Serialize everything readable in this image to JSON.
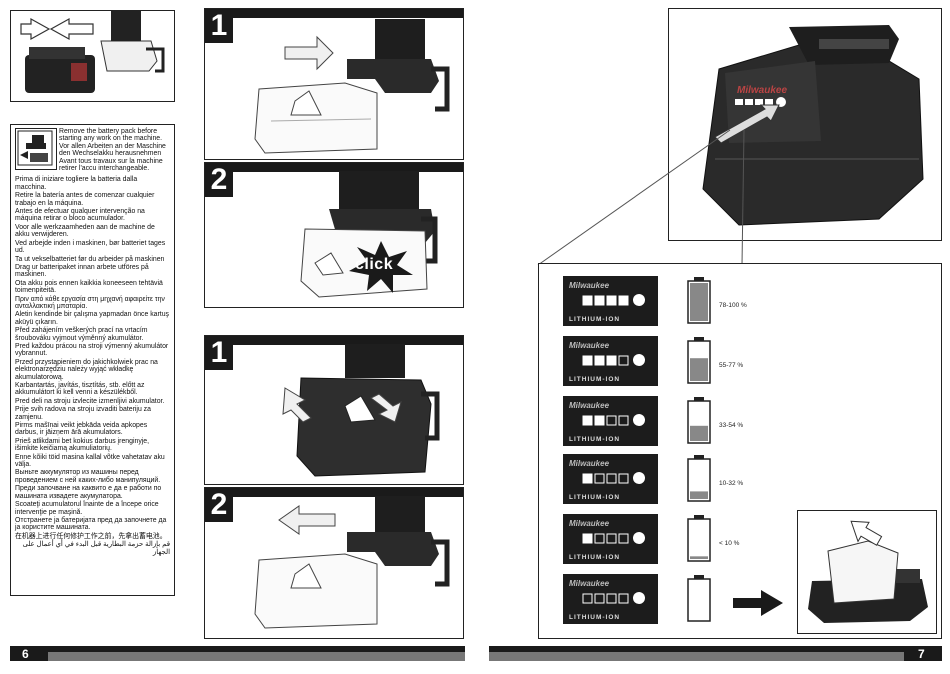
{
  "left_page": {
    "page_number": "6",
    "warning_icon_name": "battery-remove-warning-icon",
    "warning_header": [
      "Remove the battery pack before starting any work on the machine.",
      "Vor allen Arbeiten an der Maschine den Wechselakku herausnehmen",
      "Avant tous travaux sur la machine retirer l'accu interchangeable."
    ],
    "warning_lines": [
      "Prima di iniziare togliere la batteria dalla macchina.",
      "Retire la batería antes de comenzar cualquier trabajo en la máquina.",
      "Antes de efectuar qualquer intervenção na máquina retirar o bloco acumulador.",
      "Voor alle werkzaamheden aan de machine de akku verwijderen.",
      "Ved arbejde inden i maskinen, bør batteriet tages ud.",
      "Ta ut vekselbatteriet før du arbeider på maskinen",
      "Drag ur batteripaket innan arbete utföres på maskinen.",
      "Ota akku pois ennen kaikkia koneeseen tehtäviä toimenpiteitä.",
      "Πριν από κάθε εργασία στη μηχανή αφαιρείτε την ανταλλακτική μπαταρία.",
      "Aletin kendinde bir çalışma yapmadan önce kartuş aküyü çıkarın.",
      "Před zahájením veškerých prací na vrtacím šroubováku vyjmout výměnný akumulátor.",
      "Pred každou prácou na stroji výmenný akumulátor vybrannut.",
      "Przed przystąpieniem do jakichkolwiek prac na elektronarzędziu należy wyjąć wkładkę akumulatorową.",
      "Karbantartás, javítás, tisztítás, stb. előtt az akkumulátort ki kell venni a készülékből.",
      "Pred deli na stroju izvlecite izmenljivi akumulator.",
      "Prije svih radova na stroju izvaditi bateriju za zamjenu.",
      "Pirms mašīnai veikt jebkāda veida apkopes darbus, ir jāizņem ārā akumulators.",
      "Prieš atlikdami bet kokius darbus įrenginyje, išimkite keičiamą akumuliatorių.",
      "Enne kõiki töid masina kallal võtke vahetatav aku välja.",
      "Выньте аккумулятор из машины перед проведением с ней каких-либо манипуляций.",
      "Преди започване на каквито е да е работи по машината извадете акумулатора.",
      "Scoateţi acumulatorul înainte de a începe orice intervenţie pe maşină.",
      "Отстранете ја батеријата пред да започнете да ја користите машината.",
      "在机器上进行任何修护工作之前，先拿出蓄电池。",
      "قم بإزالة حزمة البطارية قبل البدء في أي أعمال على الجهاز"
    ],
    "steps": [
      {
        "number": "1"
      },
      {
        "number": "2",
        "click_label": "click"
      },
      {
        "number": "1"
      },
      {
        "number": "2"
      }
    ]
  },
  "right_page": {
    "page_number": "7",
    "battery_brand": "Milwaukee",
    "battery_sub": "LITHIUM-ION",
    "levels": [
      {
        "label": "78-100 %",
        "bars": 4,
        "fill": 1.0
      },
      {
        "label": "55-77 %",
        "bars": 3,
        "fill": 0.6
      },
      {
        "label": "33-54 %",
        "bars": 2,
        "fill": 0.4
      },
      {
        "label": "10-32 %",
        "bars": 1,
        "fill": 0.2
      },
      {
        "label": "< 10 %",
        "bars": 1,
        "fill": 0.07
      },
      {
        "label": "",
        "bars": 0,
        "fill": 0.0
      }
    ]
  },
  "colors": {
    "dark": "#1a1a1a",
    "panel_fill": "#e6e6e6",
    "battery_red": "#9a3a3a"
  }
}
